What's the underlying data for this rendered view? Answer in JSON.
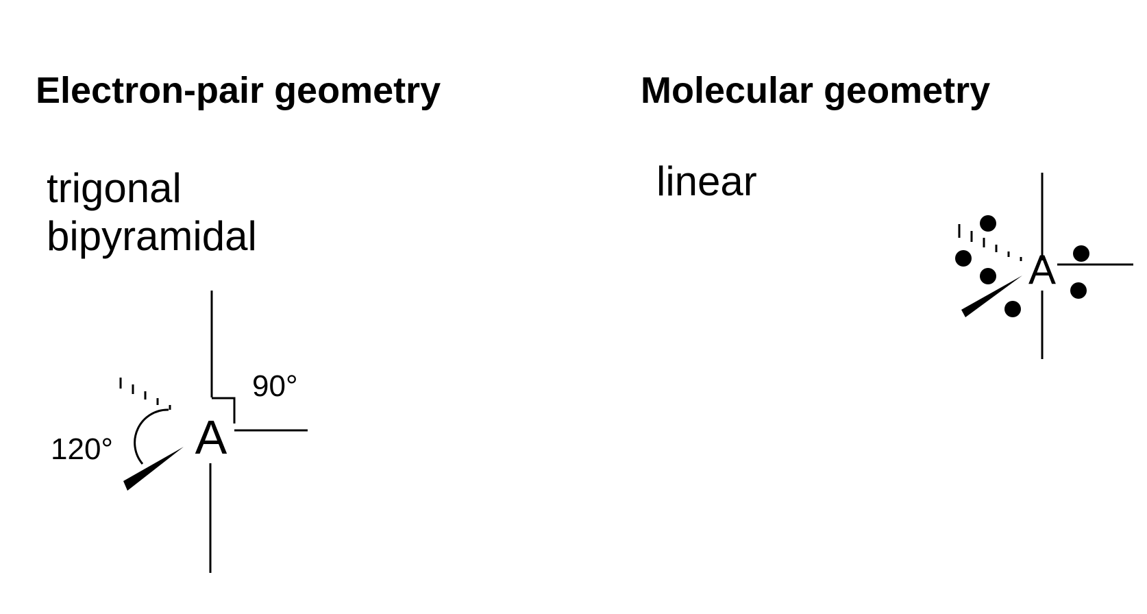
{
  "left_panel": {
    "heading": "Electron-pair geometry",
    "geometry_name_line1": "trigonal",
    "geometry_name_line2": "bipyramidal",
    "central_atom": "A",
    "angle_equatorial": "120°",
    "angle_axial": "90°"
  },
  "right_panel": {
    "heading": "Molecular geometry",
    "geometry_name": "linear",
    "central_atom": "A"
  }
}
